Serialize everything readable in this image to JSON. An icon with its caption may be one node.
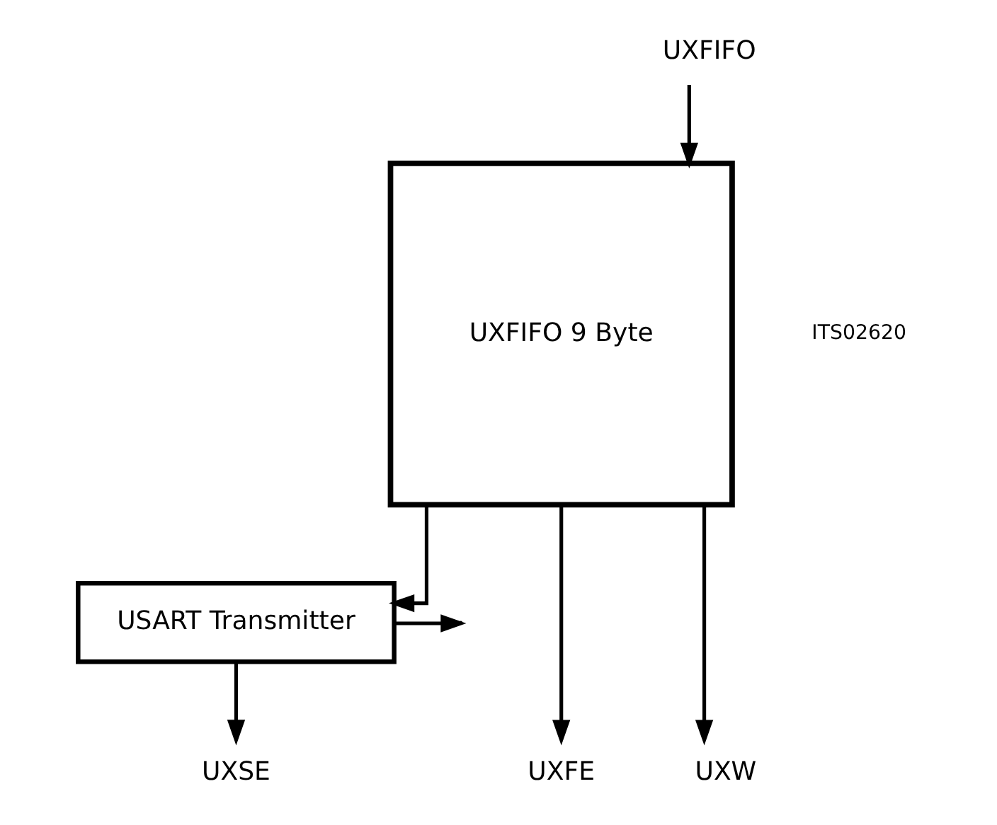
{
  "diagram": {
    "nodes": [
      {
        "text": [
          "USART Transmitter"
        ]
      },
      {
        "text": [
          "UXFIFO 9 Byte"
        ]
      },
      {
        "text": [
          "UXSE"
        ]
      },
      {
        "text": [
          "UXFE"
        ]
      },
      {
        "text": [
          "UXW"
        ]
      },
      {
        "text": [
          "UXFIFO"
        ]
      }
    ],
    "edges": [
      {
        "from": 0,
        "to": null,
        "arrow": "to"
      },
      {
        "from": 1,
        "to": 0,
        "arrow": "to"
      },
      {
        "from": 0,
        "to": 2,
        "arrow": "to"
      },
      {
        "from": 1,
        "to": 3,
        "arrow": "to"
      },
      {
        "from": 1,
        "to": 4,
        "arrow": "to"
      },
      {
        "from": 5,
        "to": 1,
        "arrow": "to"
      }
    ],
    "labels": [
      "ITS02620"
    ]
  }
}
